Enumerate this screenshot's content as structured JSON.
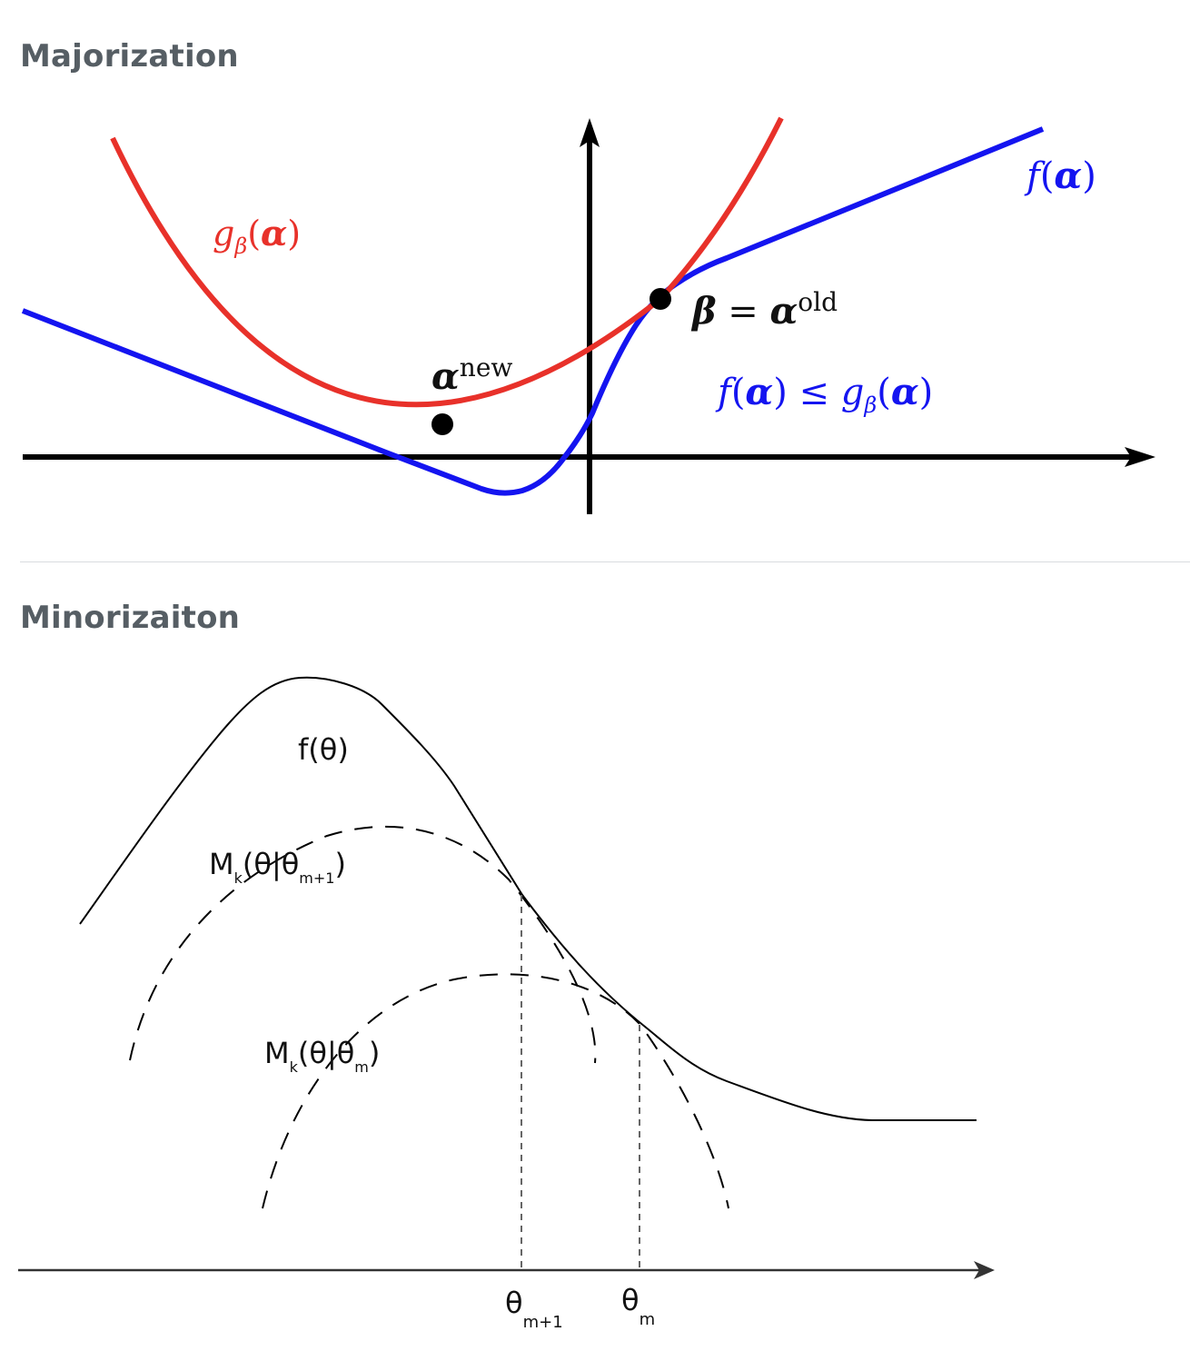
{
  "sections": [
    {
      "heading": "Majorization",
      "labels": {
        "g_beta": {
          "g": "g",
          "sub": "β",
          "open": "(",
          "arg": "α",
          "close": ")"
        },
        "f_alpha": {
          "f": "f",
          "open": "(",
          "arg": "α",
          "close": ")"
        },
        "alpha_new": {
          "base": "α",
          "sup": "new"
        },
        "beta_eq": {
          "beta": "β",
          "eq": " = ",
          "alpha": "α",
          "sup": "old"
        },
        "inequality": {
          "f": "f",
          "open1": "(",
          "arg1": "α",
          "close1": ")",
          "le": " ≤ ",
          "g": "g",
          "sub": "β",
          "open2": "(",
          "arg2": "α",
          "close2": ")"
        }
      },
      "colors": {
        "majorizer": "#e8312a",
        "function": "#1414f0",
        "axes": "#000000",
        "label_text": "#111111"
      }
    },
    {
      "heading": "Minorizaiton",
      "labels": {
        "f_theta": "f(θ)",
        "m1": {
          "main": "M",
          "k": "k",
          "body": "(θ|θ",
          "sub": "m+1",
          "close": ")"
        },
        "m2": {
          "main": "M",
          "k": "k",
          "body": "(θ|θ",
          "sub": "m",
          "close": ")"
        },
        "theta_m1": {
          "base": "θ",
          "sub": "m+1"
        },
        "theta_m": {
          "base": "θ",
          "sub": "m"
        }
      },
      "colors": {
        "curve": "#000000",
        "guide": "#666666",
        "axis": "#333333"
      }
    }
  ]
}
